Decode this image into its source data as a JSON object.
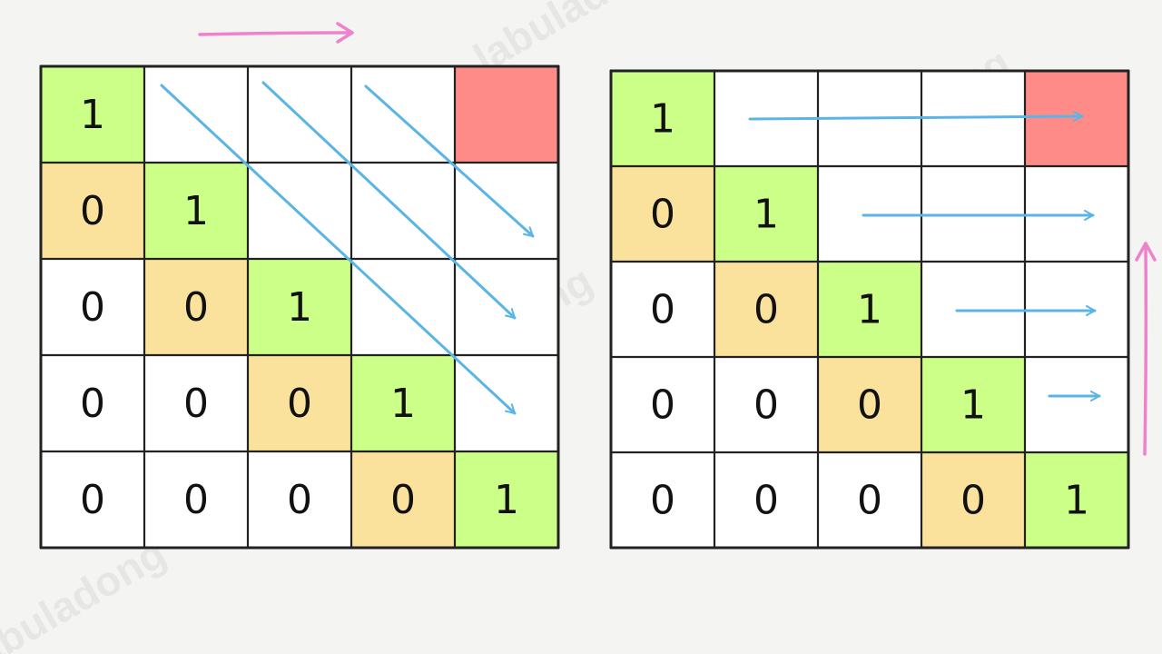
{
  "watermark": "labuladong",
  "colors": {
    "diagonal": "#ccff88",
    "below_diagonal": "#fae29d",
    "target": "#ff8b88",
    "empty": "#ffffff",
    "grid": "#222222",
    "traversal_arrow": "#5ab5e6",
    "direction_arrow": "#ee82cc"
  },
  "matrices": [
    {
      "name": "diagonal-traversal",
      "cells": [
        [
          "1",
          "",
          "",
          "",
          ""
        ],
        [
          "0",
          "1",
          "",
          "",
          ""
        ],
        [
          "0",
          "0",
          "1",
          "",
          ""
        ],
        [
          "0",
          "0",
          "0",
          "1",
          ""
        ],
        [
          "0",
          "0",
          "0",
          "0",
          "1"
        ]
      ],
      "fills": [
        [
          "diagonal",
          "empty",
          "empty",
          "empty",
          "target"
        ],
        [
          "below_diagonal",
          "diagonal",
          "empty",
          "empty",
          "empty"
        ],
        [
          "empty",
          "below_diagonal",
          "diagonal",
          "empty",
          "empty"
        ],
        [
          "empty",
          "empty",
          "below_diagonal",
          "diagonal",
          "empty"
        ],
        [
          "empty",
          "empty",
          "empty",
          "below_diagonal",
          "diagonal"
        ]
      ]
    },
    {
      "name": "row-traversal",
      "cells": [
        [
          "1",
          "",
          "",
          "",
          ""
        ],
        [
          "0",
          "1",
          "",
          "",
          ""
        ],
        [
          "0",
          "0",
          "1",
          "",
          ""
        ],
        [
          "0",
          "0",
          "0",
          "1",
          ""
        ],
        [
          "0",
          "0",
          "0",
          "0",
          "1"
        ]
      ],
      "fills": [
        [
          "diagonal",
          "empty",
          "empty",
          "empty",
          "target"
        ],
        [
          "below_diagonal",
          "diagonal",
          "empty",
          "empty",
          "empty"
        ],
        [
          "empty",
          "below_diagonal",
          "diagonal",
          "empty",
          "empty"
        ],
        [
          "empty",
          "empty",
          "below_diagonal",
          "diagonal",
          "empty"
        ],
        [
          "empty",
          "empty",
          "empty",
          "below_diagonal",
          "diagonal"
        ]
      ]
    }
  ]
}
